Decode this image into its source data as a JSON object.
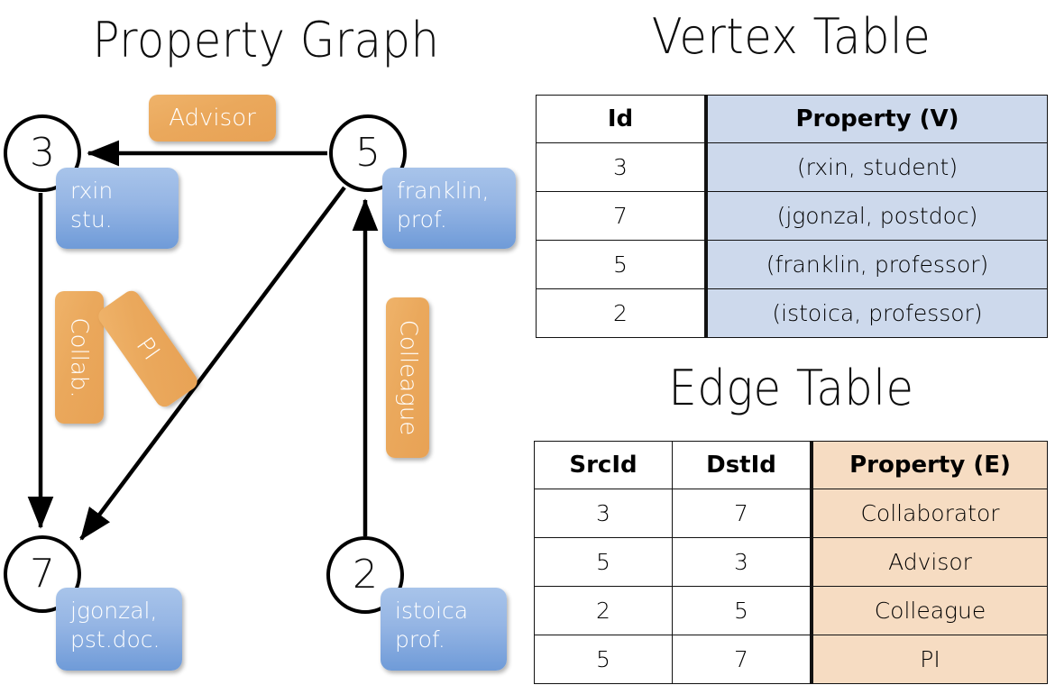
{
  "titles": {
    "property_graph": "Property Graph",
    "vertex_table": "Vertex Table",
    "edge_table": "Edge Table"
  },
  "graph": {
    "vertices": [
      {
        "id": "3",
        "property_label": "rxin\nstu.",
        "line1": "rxin",
        "line2": "stu."
      },
      {
        "id": "5",
        "property_label": "franklin,\nprof.",
        "line1": "franklin,",
        "line2": "prof."
      },
      {
        "id": "7",
        "property_label": "jgonzal,\npst.doc.",
        "line1": "jgonzal,",
        "line2": "pst.doc."
      },
      {
        "id": "2",
        "property_label": "istoica\nprof.",
        "line1": "istoica",
        "line2": "prof."
      }
    ],
    "edge_labels": [
      {
        "name": "advisor-label",
        "text": "Advisor",
        "orientation": "horizontal"
      },
      {
        "name": "collab-label",
        "text": "Collab.",
        "orientation": "vertical"
      },
      {
        "name": "pi-label",
        "text": "PI",
        "orientation": "diagonal"
      },
      {
        "name": "colleague-label",
        "text": "Colleague",
        "orientation": "vertical"
      }
    ],
    "edges": [
      {
        "src": "3",
        "dst": "7",
        "label": "Collab."
      },
      {
        "src": "5",
        "dst": "3",
        "label": "Advisor"
      },
      {
        "src": "2",
        "dst": "5",
        "label": "Colleague"
      },
      {
        "src": "5",
        "dst": "7",
        "label": "PI"
      }
    ]
  },
  "vertex_table": {
    "headers": [
      "Id",
      "Property (V)"
    ],
    "rows": [
      {
        "id": "3",
        "property": "(rxin, student)"
      },
      {
        "id": "7",
        "property": "(jgonzal, postdoc)"
      },
      {
        "id": "5",
        "property": "(franklin, professor)"
      },
      {
        "id": "2",
        "property": "(istoica, professor)"
      }
    ]
  },
  "edge_table": {
    "headers": [
      "SrcId",
      "DstId",
      "Property (E)"
    ],
    "rows": [
      {
        "src": "3",
        "dst": "7",
        "property": "Collaborator"
      },
      {
        "src": "5",
        "dst": "3",
        "property": "Advisor"
      },
      {
        "src": "2",
        "dst": "5",
        "property": "Colleague"
      },
      {
        "src": "5",
        "dst": "7",
        "property": "PI"
      }
    ]
  },
  "colors": {
    "vertex_property_fill": "#cdd9ec",
    "edge_property_fill": "#f6dcc2",
    "chip_blue": "#95b5e4",
    "chip_orange": "#eaa85c",
    "stroke": "#000000"
  }
}
